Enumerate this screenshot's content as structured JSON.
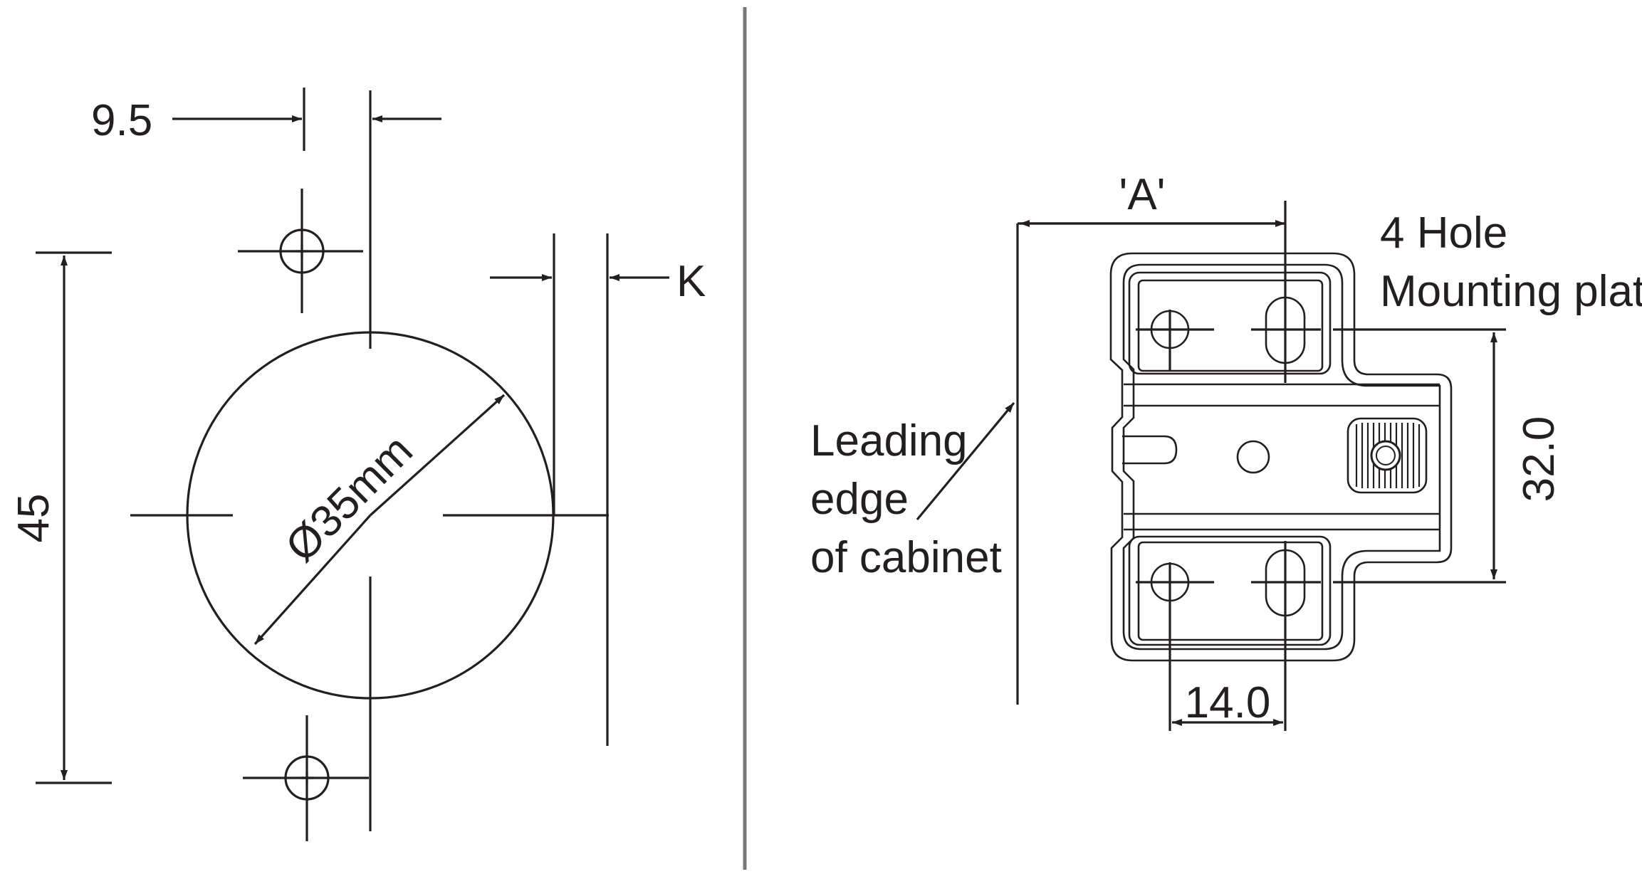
{
  "colors": {
    "ink": "#231f20",
    "divider": "#777777",
    "background": "#ffffff"
  },
  "left_drawing": {
    "dim_top": "9.5",
    "dim_height": "45",
    "dim_diameter": "Ø35mm",
    "dim_offset": "K"
  },
  "right_drawing": {
    "dim_a": "'A'",
    "plate_title_line1": "4 Hole",
    "plate_title_line2": "Mounting plate",
    "edge_label_line1": "Leading",
    "edge_label_line2": "edge",
    "edge_label_line3": "of cabinet",
    "dim_vertical": "32.0",
    "dim_horizontal": "14.0"
  }
}
